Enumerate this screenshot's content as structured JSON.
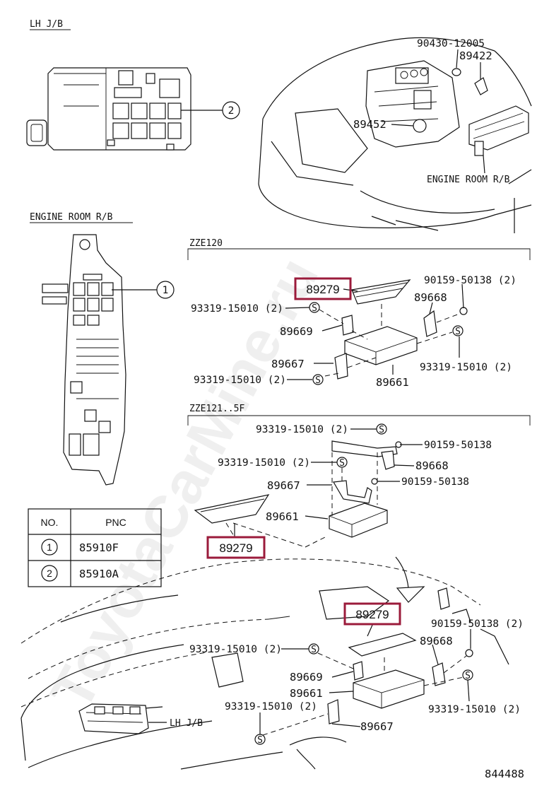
{
  "diagram": {
    "watermark": "ToyotaCarMine.ru",
    "figure_number": "844488",
    "sections": {
      "lh_jb": "LH J/B",
      "engine_room_rb": "ENGINE ROOM R/B",
      "engine_room_rb_callout": "ENGINE ROOM R/B",
      "zze120": "ZZE120",
      "zze121": "ZZE121..5F",
      "lh_jb_callout": "LH J/B"
    },
    "callouts": {
      "one": "1",
      "two": "2"
    },
    "table": {
      "headers": [
        "NO.",
        "PNC"
      ],
      "rows": [
        {
          "no": "1",
          "pnc": "85910F"
        },
        {
          "no": "2",
          "pnc": "85910A"
        }
      ]
    },
    "parts": {
      "top": {
        "p90430": "90430-12005",
        "p89422": "89422",
        "p89452": "89452"
      },
      "zze120": {
        "p89279": "89279",
        "p90159": "90159-50138 (2)",
        "p89668": "89668",
        "p93319a": "93319-15010 (2)",
        "p89669": "89669",
        "p89667": "89667",
        "p93319b": "93319-15010 (2)",
        "p93319c": "93319-15010 (2)",
        "p89661": "89661"
      },
      "zze121": {
        "p93319a": "93319-15010 (2)",
        "p90159a": "90159-50138",
        "p93319b": "93319-15010 (2)",
        "p89668": "89668",
        "p89667": "89667",
        "p90159b": "90159-50138",
        "p89661": "89661",
        "p89279": "89279"
      },
      "bottom": {
        "p89279": "89279",
        "p90159": "90159-50138 (2)",
        "p93319a": "93319-15010 (2)",
        "p89668": "89668",
        "p89669": "89669",
        "p89661": "89661",
        "p93319b": "93319-15010 (2)",
        "p93319c": "93319-15010 (2)",
        "p89667": "89667"
      }
    },
    "colors": {
      "highlight": "#9b1b3b",
      "ink": "#111111",
      "background": "#ffffff"
    }
  }
}
